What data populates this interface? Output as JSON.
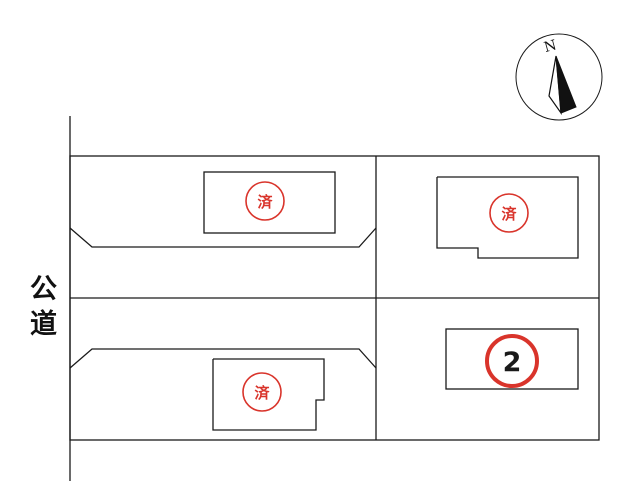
{
  "road": {
    "label_line1": "公",
    "label_line2": "道"
  },
  "compass": {
    "north_label": "N"
  },
  "lots": [
    {
      "id": "lot-top-left",
      "mark": "済",
      "status": "sold"
    },
    {
      "id": "lot-top-right",
      "mark": "済",
      "status": "sold"
    },
    {
      "id": "lot-bottom-left",
      "mark": "済",
      "status": "sold"
    },
    {
      "id": "lot-bottom-right",
      "mark": "2",
      "status": "available"
    }
  ],
  "colors": {
    "sold_mark": "#d9342b",
    "line": "#1a1a1a",
    "available_mark_ring": "#d9342b"
  }
}
